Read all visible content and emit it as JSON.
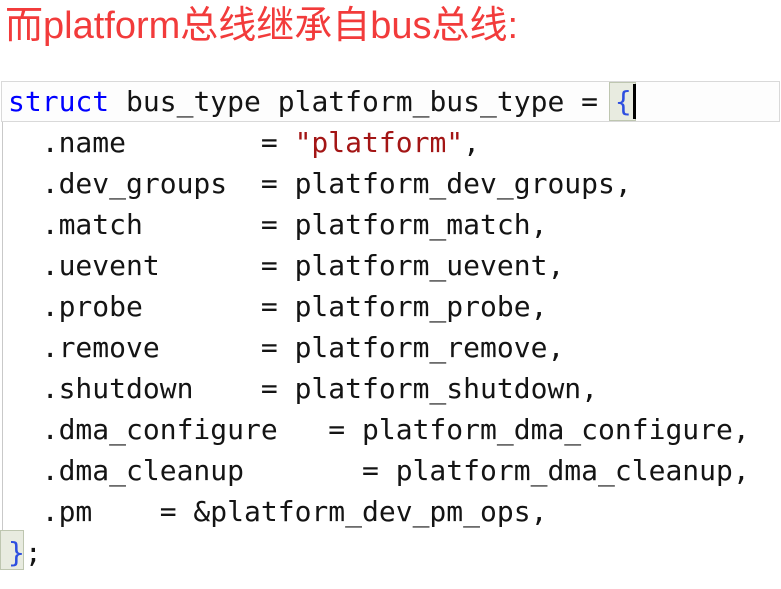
{
  "heading": {
    "text": "而platform总线继承自bus总线:",
    "color": "#f23b3b"
  },
  "editor": {
    "language": "c",
    "colors": {
      "heading": "#f23b3b",
      "keyword": "#0000ff",
      "string": "#a31515",
      "brace": "#2d4ee0",
      "text": "#141414"
    },
    "caret": {
      "line": 1,
      "after_char": "{"
    },
    "brace_match_pair": [
      "{",
      "}"
    ],
    "lines": [
      {
        "current": true,
        "tokens": [
          [
            "struct",
            "keyword"
          ],
          [
            " bus_type platform_bus_type = ",
            "text"
          ],
          [
            "{",
            "brace"
          ]
        ]
      },
      {
        "tokens": [
          [
            "  .name        = ",
            "text"
          ],
          [
            "\"platform\"",
            "string"
          ],
          [
            ",",
            "text"
          ]
        ]
      },
      {
        "tokens": [
          [
            "  .dev_groups  = platform_dev_groups,",
            "text"
          ]
        ]
      },
      {
        "tokens": [
          [
            "  .match       = platform_match,",
            "text"
          ]
        ]
      },
      {
        "tokens": [
          [
            "  .uevent      = platform_uevent,",
            "text"
          ]
        ]
      },
      {
        "tokens": [
          [
            "  .probe       = platform_probe,",
            "text"
          ]
        ]
      },
      {
        "tokens": [
          [
            "  .remove      = platform_remove,",
            "text"
          ]
        ]
      },
      {
        "tokens": [
          [
            "  .shutdown    = platform_shutdown,",
            "text"
          ]
        ]
      },
      {
        "tokens": [
          [
            "  .dma_configure   = platform_dma_configure,",
            "text"
          ]
        ]
      },
      {
        "tokens": [
          [
            "  .dma_cleanup       = platform_dma_cleanup,",
            "text"
          ]
        ]
      },
      {
        "tokens": [
          [
            "  .pm    = &platform_dev_pm_ops,",
            "text"
          ]
        ]
      },
      {
        "tokens": [
          [
            "}",
            "brace"
          ],
          [
            ";",
            "text"
          ]
        ]
      }
    ]
  }
}
